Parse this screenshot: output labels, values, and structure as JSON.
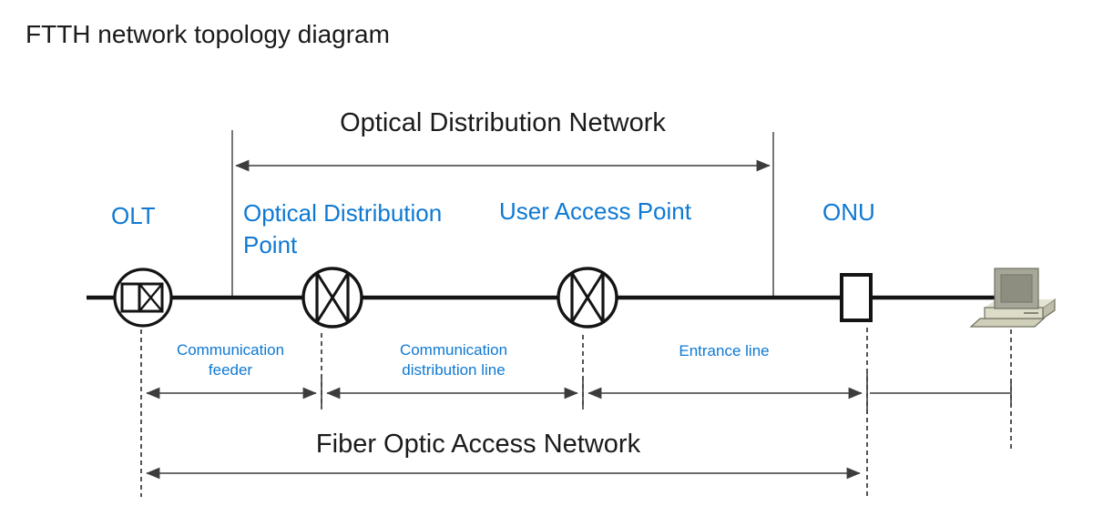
{
  "title": "FTTH network topology diagram",
  "colors": {
    "accent_blue": "#0e79d3",
    "diagram_black": "#141414",
    "arrow_gray": "#3c3c3c"
  },
  "spans": {
    "top_label": "Optical Distribution Network",
    "bottom_label": "Fiber Optic Access Network"
  },
  "nodes": [
    {
      "id": "olt",
      "label": "OLT",
      "symbol": "olt-circle-symbol"
    },
    {
      "id": "odp",
      "label": "Optical Distribution Point",
      "symbol": "splice-closure-circle-symbol"
    },
    {
      "id": "uap",
      "label": "User Access Point",
      "symbol": "splice-closure-circle-symbol"
    },
    {
      "id": "onu",
      "label": "ONU",
      "symbol": "terminal-box-symbol"
    },
    {
      "id": "subscriber",
      "label": "",
      "symbol": "computer-icon"
    }
  ],
  "segments": [
    {
      "label": "Communication feeder"
    },
    {
      "label": "Communication distribution line"
    },
    {
      "label": "Entrance line"
    }
  ]
}
